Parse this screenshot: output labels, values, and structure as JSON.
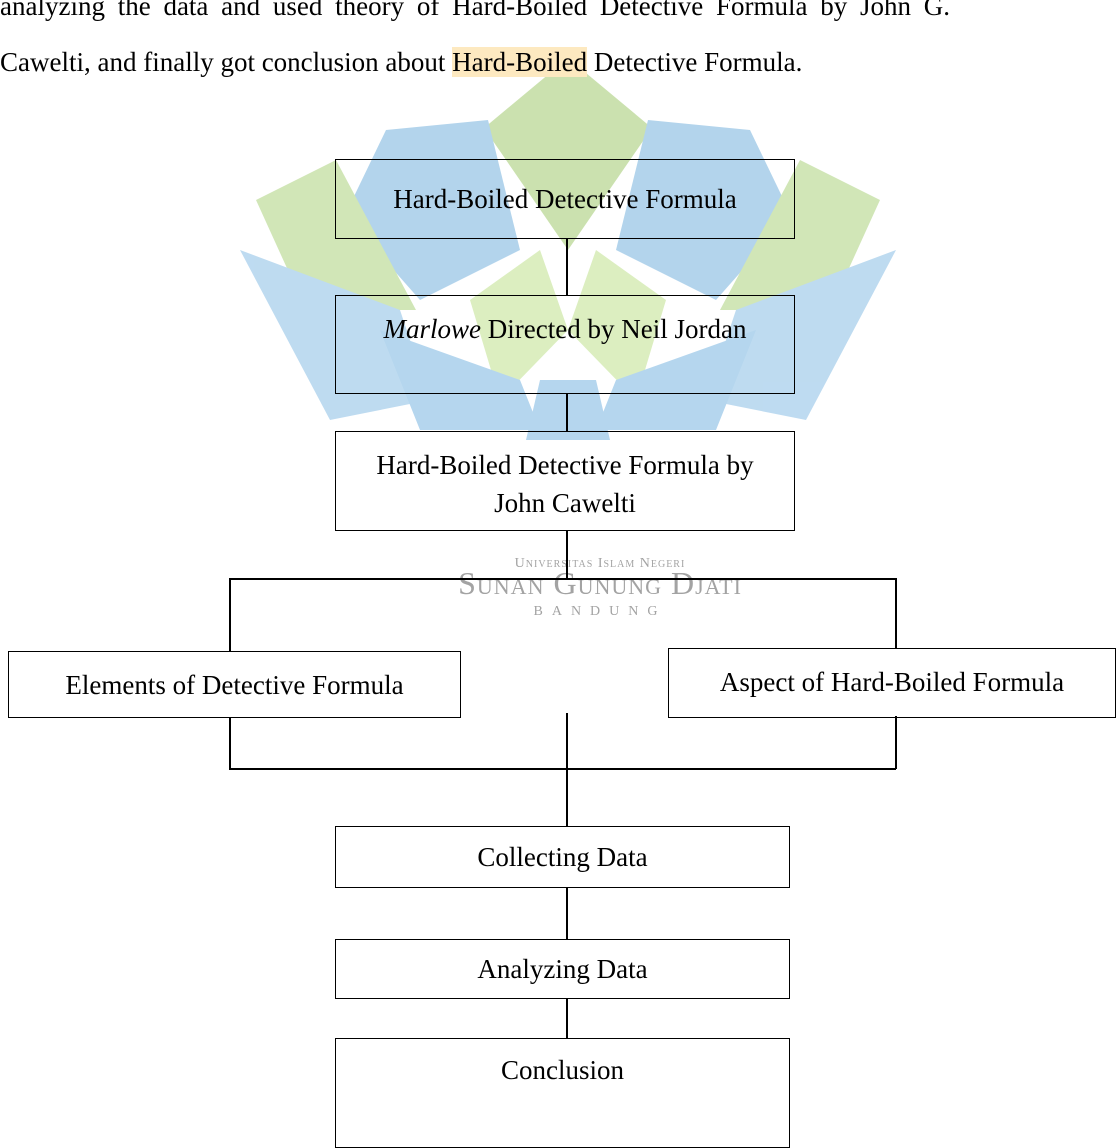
{
  "intro": {
    "line1": "analyzing the data and used theory of Hard-Boiled Detective Formula by John G.",
    "line2_before": "Cawelti, and finally got conclusion about ",
    "line2_highlight": "Hard-Boiled",
    "line2_after": " Detective Formula.",
    "highlight_color": "#fde9c0"
  },
  "watermark": {
    "line1": "Universitas Islam Negeri",
    "line2": "Sunan Gunung Djati",
    "line3": "BANDUNG",
    "text_color": "#a3a3a3",
    "logo_colors": [
      "#9ec9e6",
      "#bfdb9c",
      "#d6ecb6"
    ]
  },
  "diagram": {
    "box1": "Hard-Boiled Detective Formula",
    "box2_italic": "Marlowe",
    "box2_rest": " Directed by Neil Jordan",
    "box3": "Hard-Boiled Detective Formula by John Cawelti",
    "box_left": "Elements of Detective Formula",
    "box_right": "Aspect of Hard-Boiled Formula",
    "box4": "Collecting Data",
    "box5": "Analyzing Data",
    "box6": "Conclusion"
  }
}
